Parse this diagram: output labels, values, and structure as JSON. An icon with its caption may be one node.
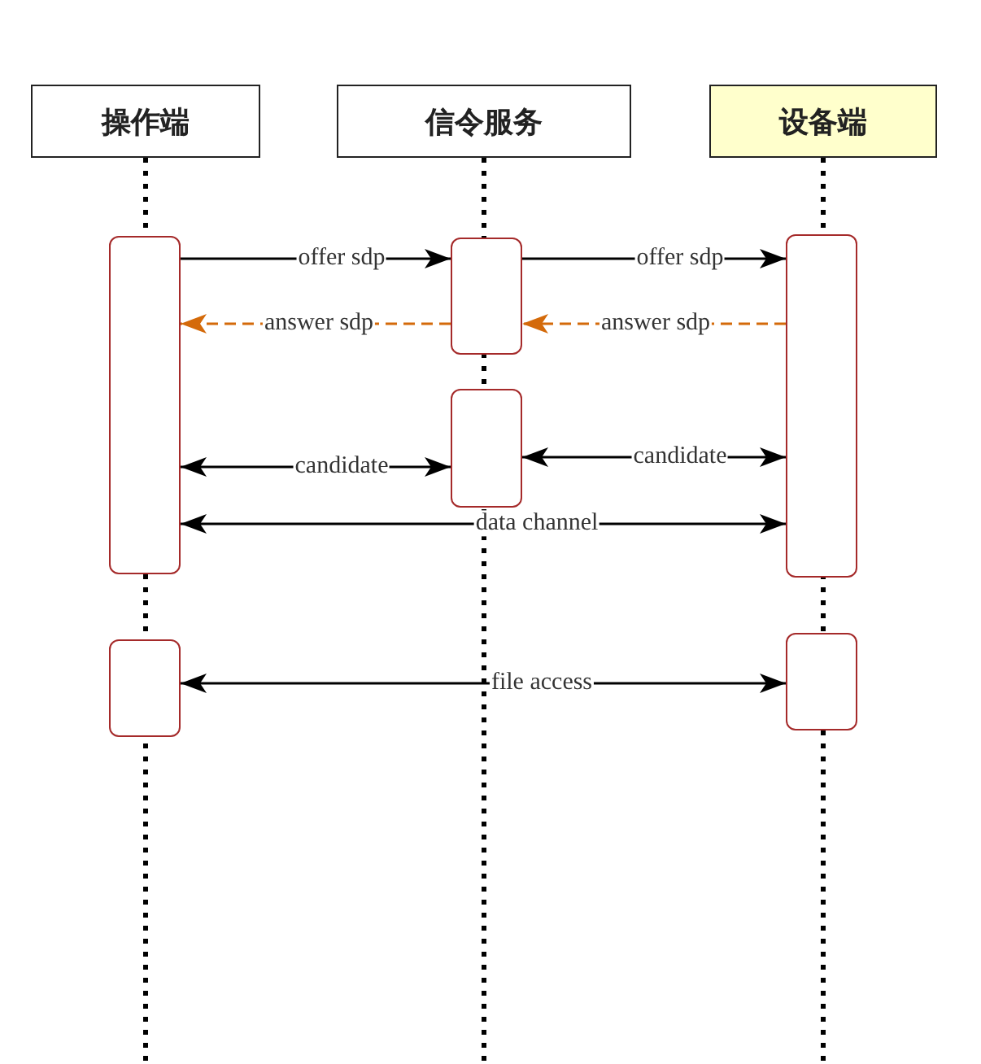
{
  "diagram": {
    "nodes": [
      {
        "text": [
          "操作端"
        ]
      },
      {
        "text": [
          "信令服务"
        ]
      },
      {
        "text": [
          "设备端"
        ]
      },
      {
        "text": [],
        "shape": "box"
      },
      {
        "text": [],
        "shape": "box"
      },
      {
        "text": [],
        "shape": "box"
      },
      {
        "text": [],
        "shape": "box"
      },
      {
        "text": [],
        "shape": "box"
      },
      {
        "text": [],
        "shape": "box"
      }
    ],
    "edges": [
      {
        "from": 3,
        "to": 4,
        "arrow": "to",
        "label": "offer sdp"
      },
      {
        "from": 4,
        "to": 5,
        "arrow": "to",
        "label": "offer sdp"
      },
      {
        "from": 4,
        "to": 3,
        "arrow": "to",
        "label": "answer sdp",
        "style": "dashed",
        "color": "#d46a0a"
      },
      {
        "from": 5,
        "to": 4,
        "arrow": "to",
        "label": "answer sdp",
        "style": "dashed",
        "color": "#d46a0a"
      },
      {
        "from": 3,
        "to": 6,
        "arrow": "both",
        "label": "candidate"
      },
      {
        "from": 6,
        "to": 5,
        "arrow": "both",
        "label": "candidate"
      },
      {
        "from": 3,
        "to": 5,
        "arrow": "both",
        "label": "data channel"
      },
      {
        "from": 7,
        "to": 8,
        "arrow": "both",
        "label": "file access"
      }
    ]
  }
}
